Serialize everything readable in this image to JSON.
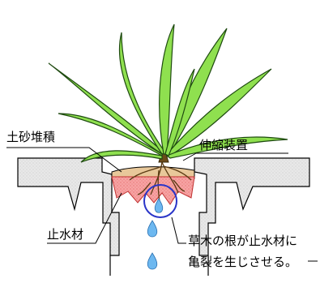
{
  "labels": {
    "sediment": "土砂堆積",
    "expansion_device": "伸縮装置",
    "waterstop": "止水材",
    "caption_line1": "草木の根が止水材に",
    "caption_line2": "亀裂を生じさせる。"
  },
  "colors": {
    "leaf": "#8fe04f",
    "leaf_stroke": "#1e4a10",
    "concrete": "#e6e6e6",
    "waterstop": "#f7a4a4",
    "root": "#5a3a12",
    "water_drop": "#6db8f0",
    "highlight_circle": "#2a35c8"
  }
}
